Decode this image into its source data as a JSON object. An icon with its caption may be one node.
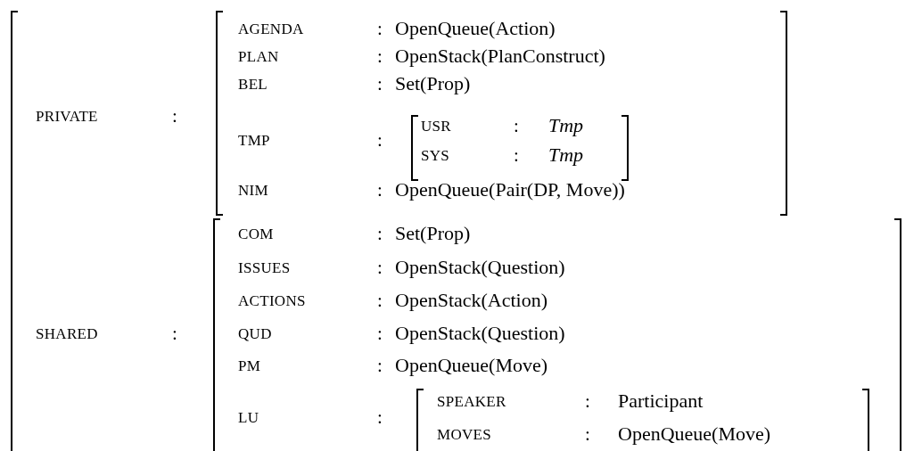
{
  "diagram": {
    "nodes": [
      {
        "text": [
          "PRIVATE",
          ":",
          "SHARED",
          ":"
        ]
      },
      {
        "text": [
          "AGENDA",
          ":",
          "OpenQueue(Action)",
          "PLAN",
          ":",
          "OpenStack(PlanConstruct)",
          "BEL",
          ":",
          "Set(Prop)",
          "TMP",
          ":",
          "NIM",
          ":",
          "OpenQueue(Pair(DP, Move))"
        ],
        "in": 0
      },
      {
        "text": [
          "USR",
          ":",
          "Tmp",
          "SYS",
          ":",
          "Tmp"
        ],
        "in": 1
      },
      {
        "text": [
          "COM",
          ":",
          "Set(Prop)",
          "ISSUES",
          ":",
          "OpenStack(Question)",
          "ACTIONS",
          ":",
          "OpenStack(Action)",
          "QUD",
          ":",
          "OpenStack(Question)",
          "PM",
          ":",
          "OpenQueue(Move)",
          "LU",
          ":"
        ],
        "in": 0
      },
      {
        "text": [
          "SPEAKER",
          ":",
          "Participant",
          "MOVES",
          ":",
          "OpenQueue(Move)"
        ],
        "in": 3
      }
    ]
  }
}
